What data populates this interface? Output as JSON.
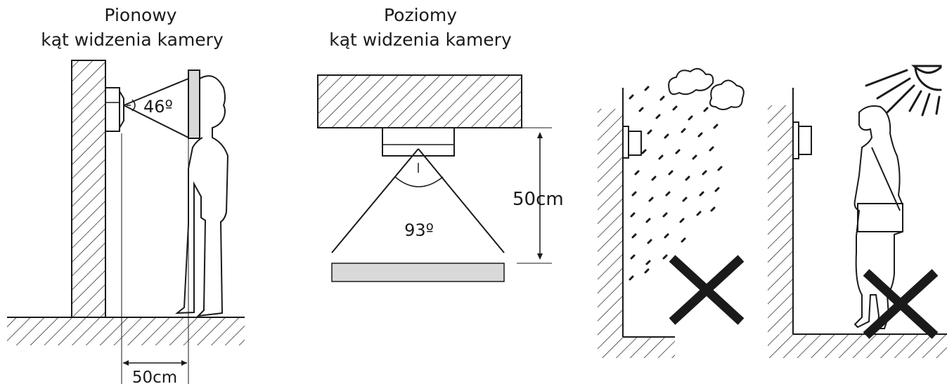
{
  "vertical": {
    "title_line1": "Pionowy",
    "title_line2": "kąt widzenia kamery",
    "angle": "46º",
    "distance": "50cm"
  },
  "horizontal": {
    "title_line1": "Poziomy",
    "title_line2": "kąt widzenia kamery",
    "angle": "93º",
    "distance": "50cm"
  },
  "icons": {
    "rain": "rain-icon",
    "sun": "sun-icon",
    "cross": "cross-icon"
  },
  "colors": {
    "line": "#1a1a1a",
    "fill_gray": "#d9d9d9"
  }
}
